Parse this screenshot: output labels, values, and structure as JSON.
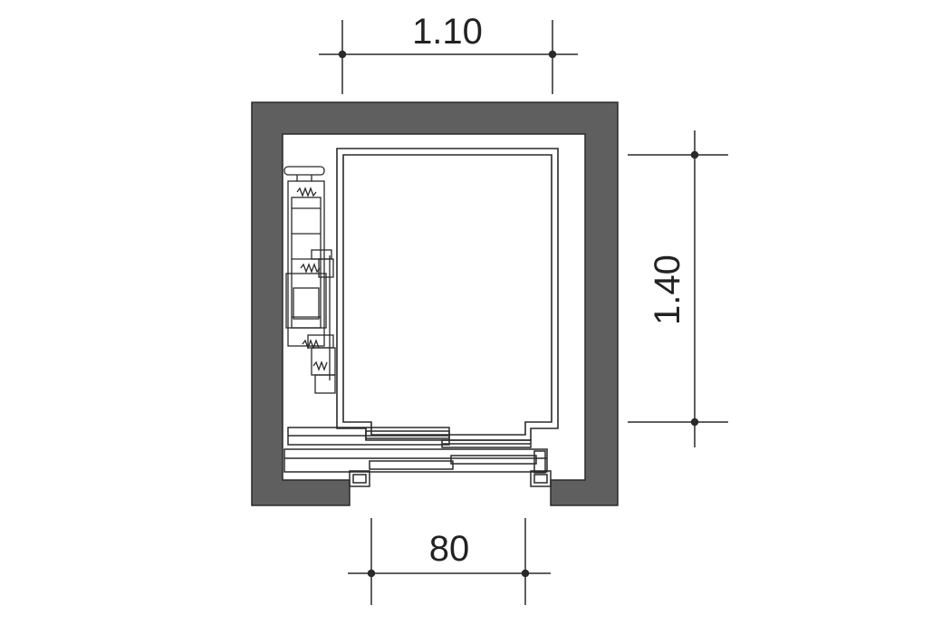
{
  "dimensions": {
    "car_width": "1.10",
    "car_depth": "1.40",
    "door_width": "80"
  },
  "colors": {
    "wall": "#5f5f60",
    "line": "#2a2a2a",
    "background": "#ffffff"
  }
}
